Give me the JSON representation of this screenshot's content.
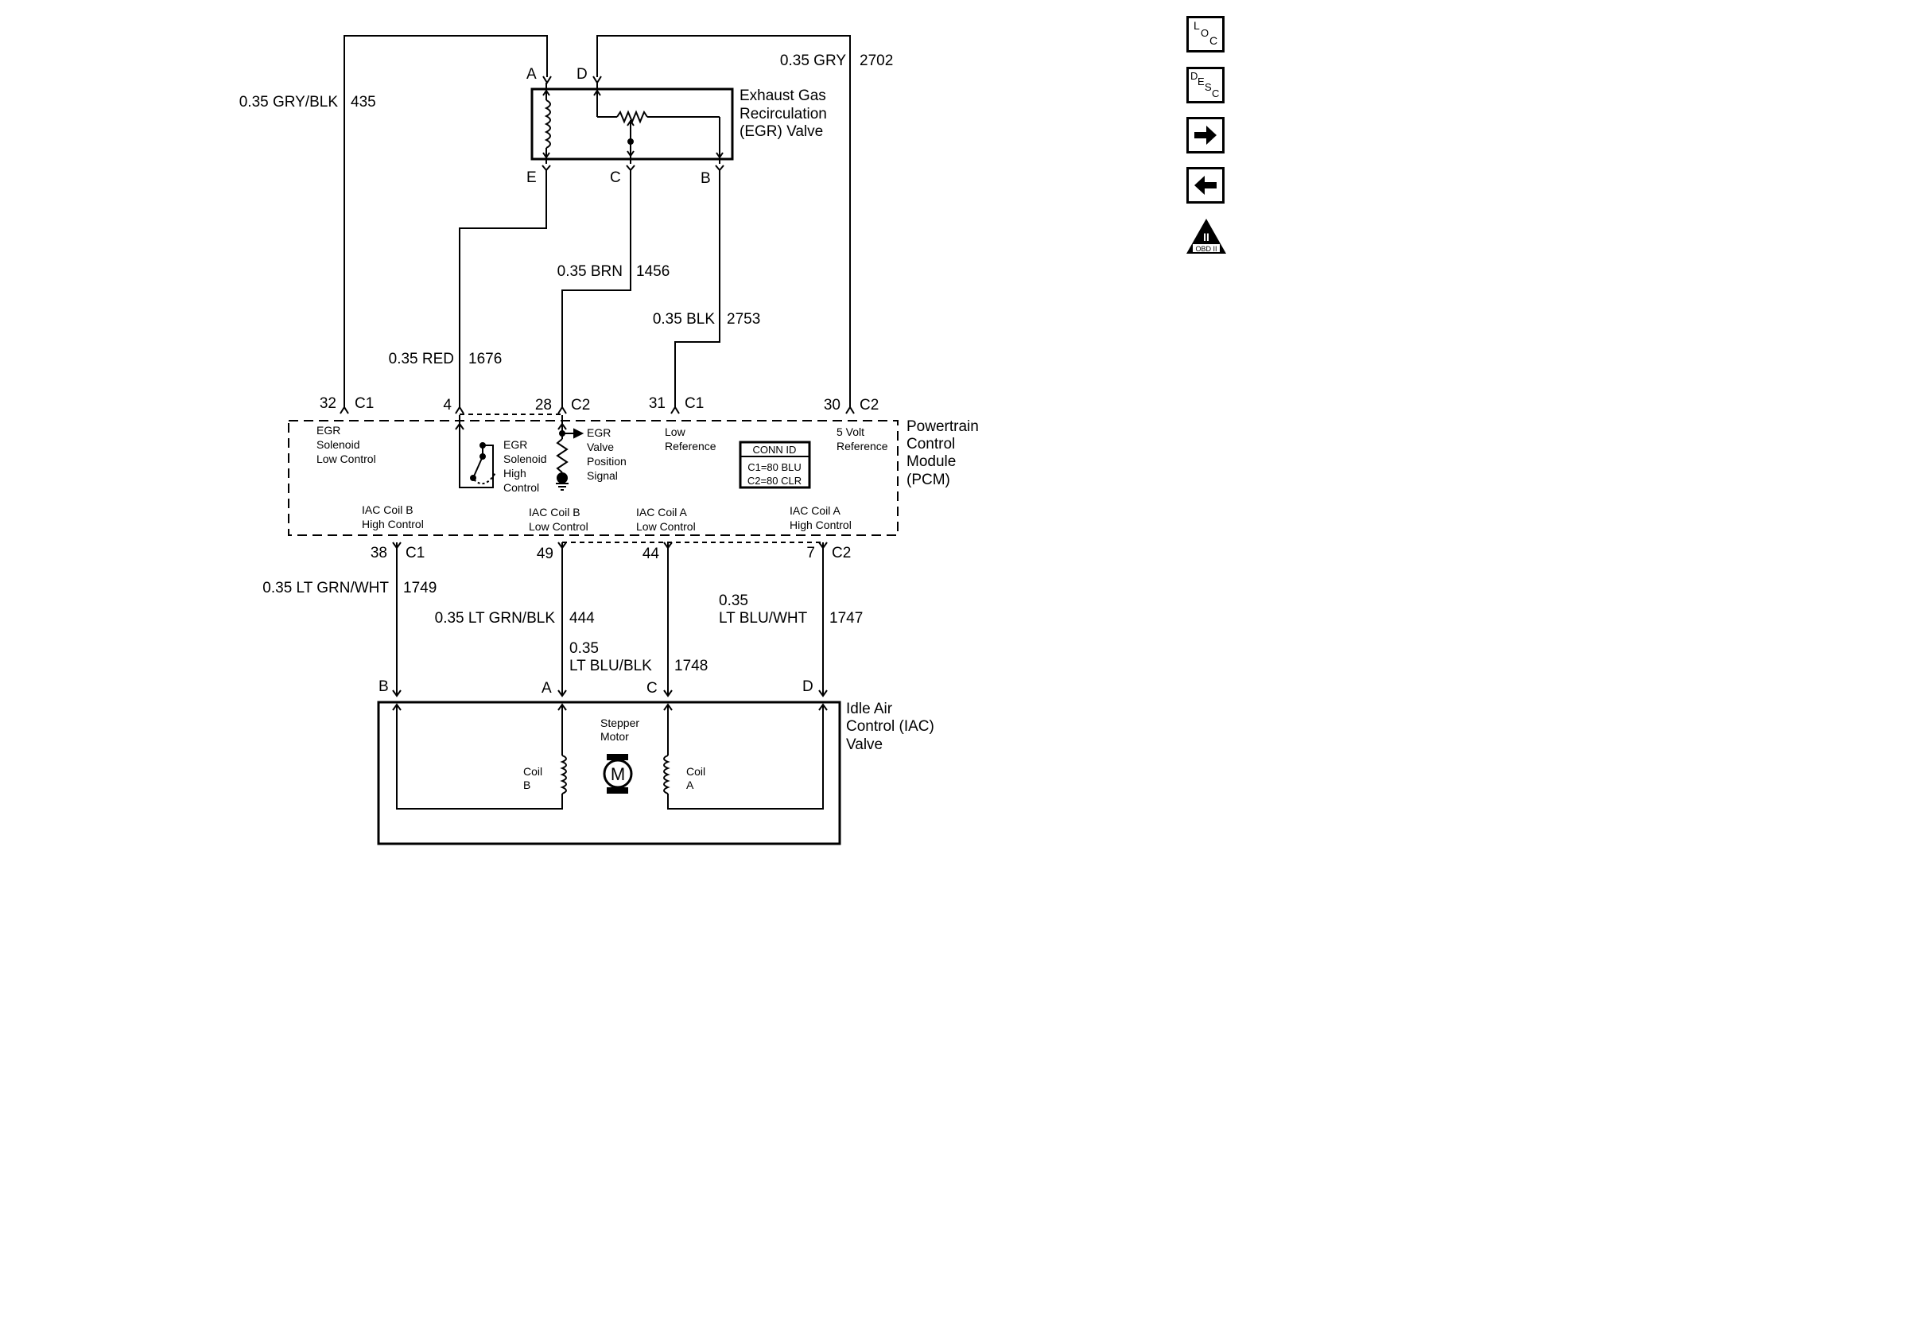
{
  "egr_valve": {
    "name_lines": [
      "Exhaust Gas",
      "Recirculation",
      "(EGR) Valve"
    ],
    "pins": {
      "a": "A",
      "d": "D",
      "e": "E",
      "c": "C",
      "b": "B"
    }
  },
  "pcm": {
    "name_lines": [
      "Powertrain",
      "Control",
      "Module",
      "(PCM)"
    ],
    "pins_top": [
      {
        "num": "32",
        "conn": "C1"
      },
      {
        "num": "4",
        "conn": ""
      },
      {
        "num": "28",
        "conn": "C2"
      },
      {
        "num": "31",
        "conn": "C1"
      },
      {
        "num": "30",
        "conn": "C2"
      }
    ],
    "pins_bottom": [
      {
        "num": "38",
        "conn": "C1"
      },
      {
        "num": "49",
        "conn": ""
      },
      {
        "num": "44",
        "conn": ""
      },
      {
        "num": "7",
        "conn": "C2"
      }
    ],
    "circuits": {
      "egr_low": [
        "EGR",
        "Solenoid",
        "Low Control"
      ],
      "egr_high": [
        "EGR",
        "Solenoid",
        "High",
        "Control"
      ],
      "egr_pos": [
        "EGR",
        "Valve",
        "Position",
        "Signal"
      ],
      "low_ref": [
        "Low",
        "Reference"
      ],
      "five_volt": [
        "5 Volt",
        "Reference"
      ],
      "iac_b_high": [
        "IAC Coil B",
        "High Control"
      ],
      "iac_b_low": [
        "IAC Coil B",
        "Low Control"
      ],
      "iac_a_low": [
        "IAC Coil A",
        "Low Control"
      ],
      "iac_a_high": [
        "IAC Coil A",
        "High Control"
      ]
    },
    "conn_id": {
      "title": "CONN ID",
      "c1": "C1=80 BLU",
      "c2": "C2=80 CLR"
    }
  },
  "wires": {
    "w435": {
      "color": "0.35 GRY/BLK",
      "circuit": "435"
    },
    "w2702": {
      "color": "0.35 GRY",
      "circuit": "2702"
    },
    "w1456": {
      "color": "0.35 BRN",
      "circuit": "1456"
    },
    "w2753": {
      "color": "0.35 BLK",
      "circuit": "2753"
    },
    "w1676": {
      "color": "0.35 RED",
      "circuit": "1676"
    },
    "w1749": {
      "color": "0.35 LT GRN/WHT",
      "circuit": "1749"
    },
    "w444": {
      "color": "0.35 LT GRN/BLK",
      "circuit": "444"
    },
    "w1748": {
      "gauge": "0.35",
      "color": "LT BLU/BLK",
      "circuit": "1748"
    },
    "w1747": {
      "gauge": "0.35",
      "color": "LT BLU/WHT",
      "circuit": "1747"
    }
  },
  "iac_valve": {
    "name_lines": [
      "Idle Air",
      "Control (IAC)",
      "Valve"
    ],
    "pins": {
      "b": "B",
      "a": "A",
      "c": "C",
      "d": "D"
    },
    "stepper_lines": [
      "Stepper",
      "Motor"
    ],
    "motor_symbol": "M",
    "coil_b": [
      "Coil",
      "B"
    ],
    "coil_a": [
      "Coil",
      "A"
    ]
  },
  "nav": {
    "loc": {
      "l": "L",
      "o": "O",
      "c": "C"
    },
    "desc": {
      "d": "D",
      "e": "E",
      "s": "S",
      "c": "C"
    },
    "obd": {
      "roman": "II",
      "label": "OBD II"
    },
    "icons": [
      "location-icon",
      "description-icon",
      "next-arrow-icon",
      "previous-arrow-icon",
      "obd-ii-icon"
    ]
  }
}
